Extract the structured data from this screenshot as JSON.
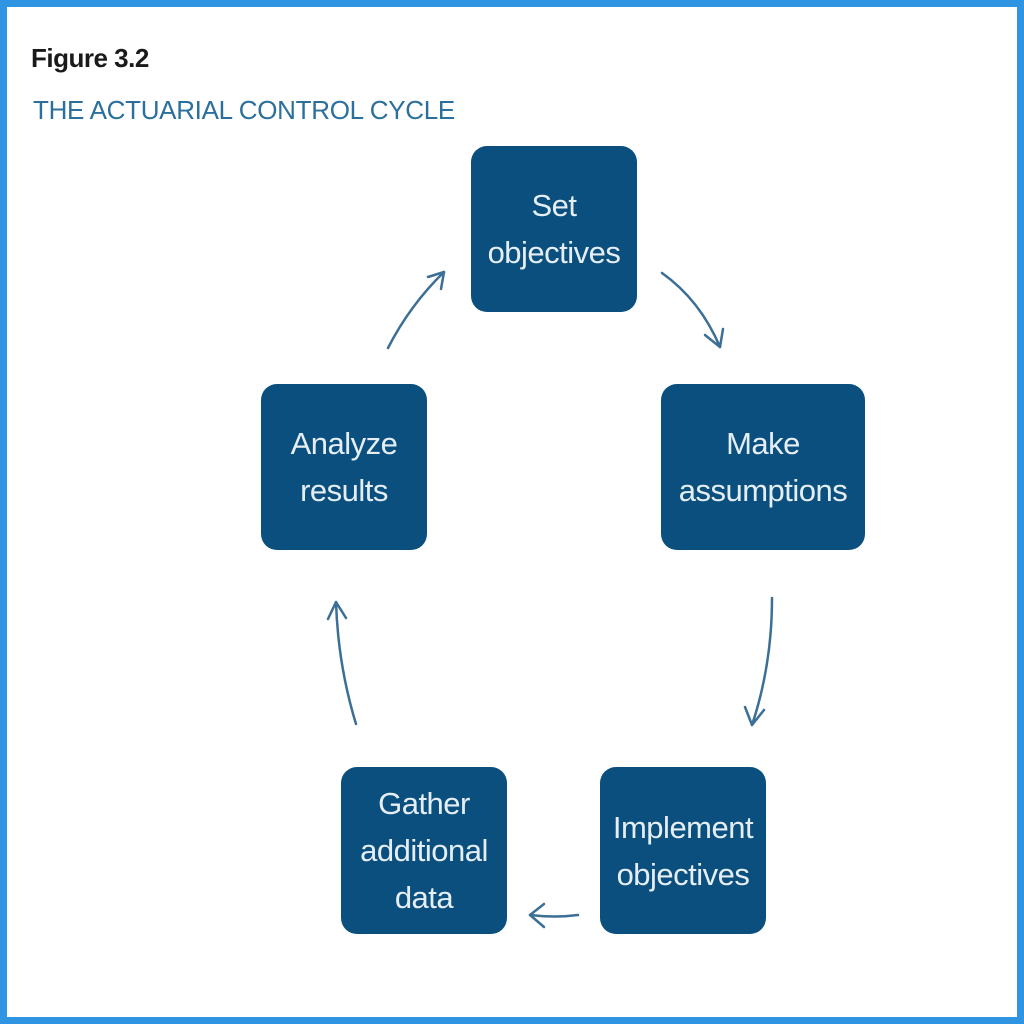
{
  "figure": {
    "label": "Figure 3.2",
    "title": "THE ACTUARIAL CONTROL CYCLE"
  },
  "nodes": [
    {
      "id": "set-objectives",
      "label": "Set objectives"
    },
    {
      "id": "make-assumptions",
      "label": "Make assumptions"
    },
    {
      "id": "implement-objectives",
      "label": "Implement objectives"
    },
    {
      "id": "gather-additional-data",
      "label": "Gather additional data"
    },
    {
      "id": "analyze-results",
      "label": "Analyze results"
    }
  ],
  "edges": [
    {
      "from": "set-objectives",
      "to": "make-assumptions"
    },
    {
      "from": "make-assumptions",
      "to": "implement-objectives"
    },
    {
      "from": "implement-objectives",
      "to": "gather-additional-data"
    },
    {
      "from": "gather-additional-data",
      "to": "analyze-results"
    },
    {
      "from": "analyze-results",
      "to": "set-objectives"
    }
  ],
  "colors": {
    "border": "#2f95e3",
    "node_fill": "#0a4f7d",
    "node_text": "#e6eef5",
    "title": "#2b6f9c",
    "arrow": "#3b6f95"
  }
}
